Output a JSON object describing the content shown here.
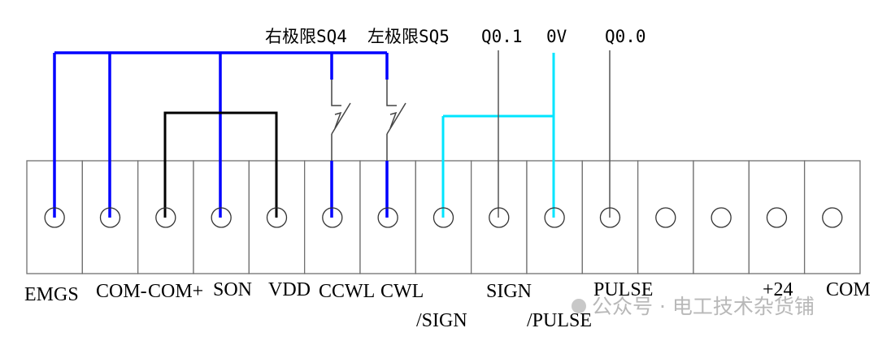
{
  "top_labels": {
    "sq4": "右极限SQ4",
    "sq5": "左极限SQ5",
    "q01": "Q0.1",
    "ov": "0V",
    "q00": "Q0.0"
  },
  "terminals": [
    "EMGS",
    "COM-",
    "COM+",
    "SON",
    "VDD",
    "CCWL",
    "CWL",
    "/SIGN",
    "SIGN",
    "/PULSE",
    "PULSE",
    "",
    "",
    "+24",
    "COM"
  ],
  "watermark": "公众号 · 电工技术杂货铺",
  "colors": {
    "blue": "#0000ff",
    "cyan": "#00e5ff",
    "black": "#000000",
    "gray": "#555555",
    "block": "#707070"
  }
}
